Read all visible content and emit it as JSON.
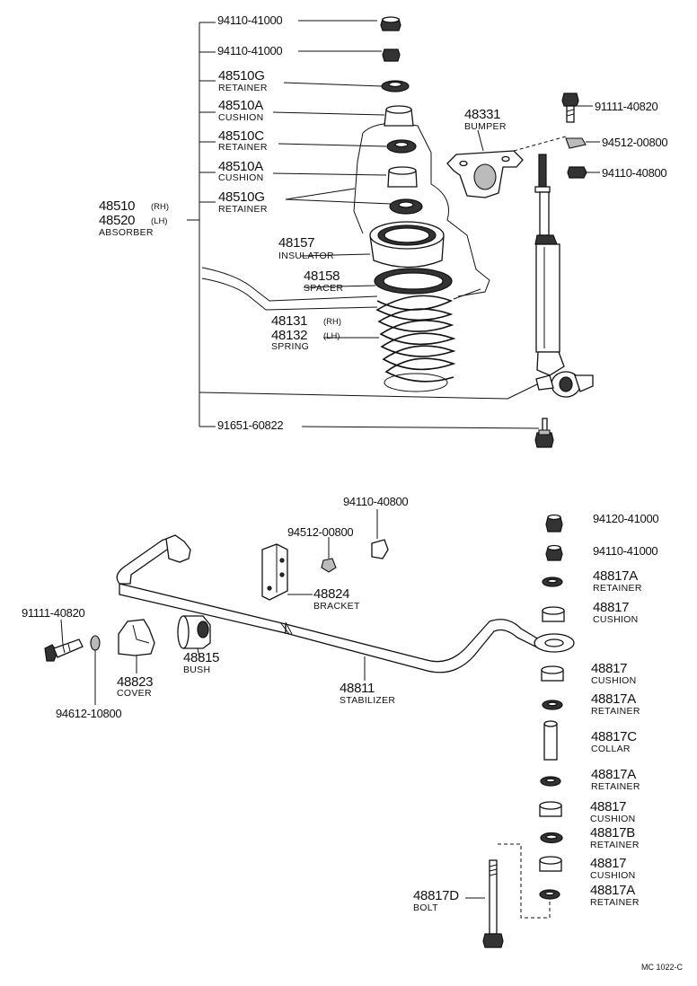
{
  "labels": {
    "p94110_41000_a": "94110-41000",
    "p94110_41000_b": "94110-41000",
    "p48510G_a": "48510G",
    "n_retainer_a": "RETAINER",
    "p48510A_a": "48510A",
    "n_cushion_a": "CUSHION",
    "p48510C": "48510C",
    "n_retainer_b": "RETAINER",
    "p48510A_b": "48510A",
    "n_cushion_b": "CUSHION",
    "p48510G_b": "48510G",
    "n_retainer_c": "RETAINER",
    "p48510": "48510",
    "rh_a": "(RH)",
    "p48520": "48520",
    "lh_a": "(LH)",
    "n_absorber": "ABSORBER",
    "p48331": "48331",
    "n_bumper": "BUMPER",
    "p91111_40820_a": "91111-40820",
    "p94512_00800_a": "94512-00800",
    "p94110_40800_a": "94110-40800",
    "p48157": "48157",
    "n_insulator": "INSULATOR",
    "p48158": "48158",
    "n_spacer": "SPACER",
    "p48131": "48131",
    "rh_b": "(RH)",
    "p48132": "48132",
    "lh_b": "(LH)",
    "n_spring": "SPRING",
    "p91651_60822": "91651-60822",
    "p94110_40800_b": "94110-40800",
    "p94512_00800_b": "94512-00800",
    "p94120_41000": "94120-41000",
    "p94110_41000_c": "94110-41000",
    "p48817A_a": "48817A",
    "n_retainer_d": "RETAINER",
    "p48817_a": "48817",
    "n_cushion_c": "CUSHION",
    "p48824": "48824",
    "n_bracket": "BRACKET",
    "p91111_40820_b": "91111-40820",
    "p48815": "48815",
    "n_bush": "BUSH",
    "p48823": "48823",
    "n_cover": "COVER",
    "p48811": "48811",
    "n_stabilizer": "STABILIZER",
    "p94612_10800": "94612-10800",
    "p48817_b": "48817",
    "n_cushion_d": "CUSHION",
    "p48817A_b": "48817A",
    "n_retainer_e": "RETAINER",
    "p48817C": "48817C",
    "n_collar": "COLLAR",
    "p48817A_c": "48817A",
    "n_retainer_f": "RETAINER",
    "p48817_c": "48817",
    "n_cushion_e": "CUSHION",
    "p48817B": "48817B",
    "n_retainer_g": "RETAINER",
    "p48817_d": "48817",
    "n_cushion_f": "CUSHION",
    "p48817A_d": "48817A",
    "n_retainer_h": "RETAINER",
    "p48817D": "48817D",
    "n_bolt": "BOLT",
    "code": "MC 1022-C"
  },
  "colors": {
    "ink": "#111111",
    "paper": "#ffffff"
  }
}
